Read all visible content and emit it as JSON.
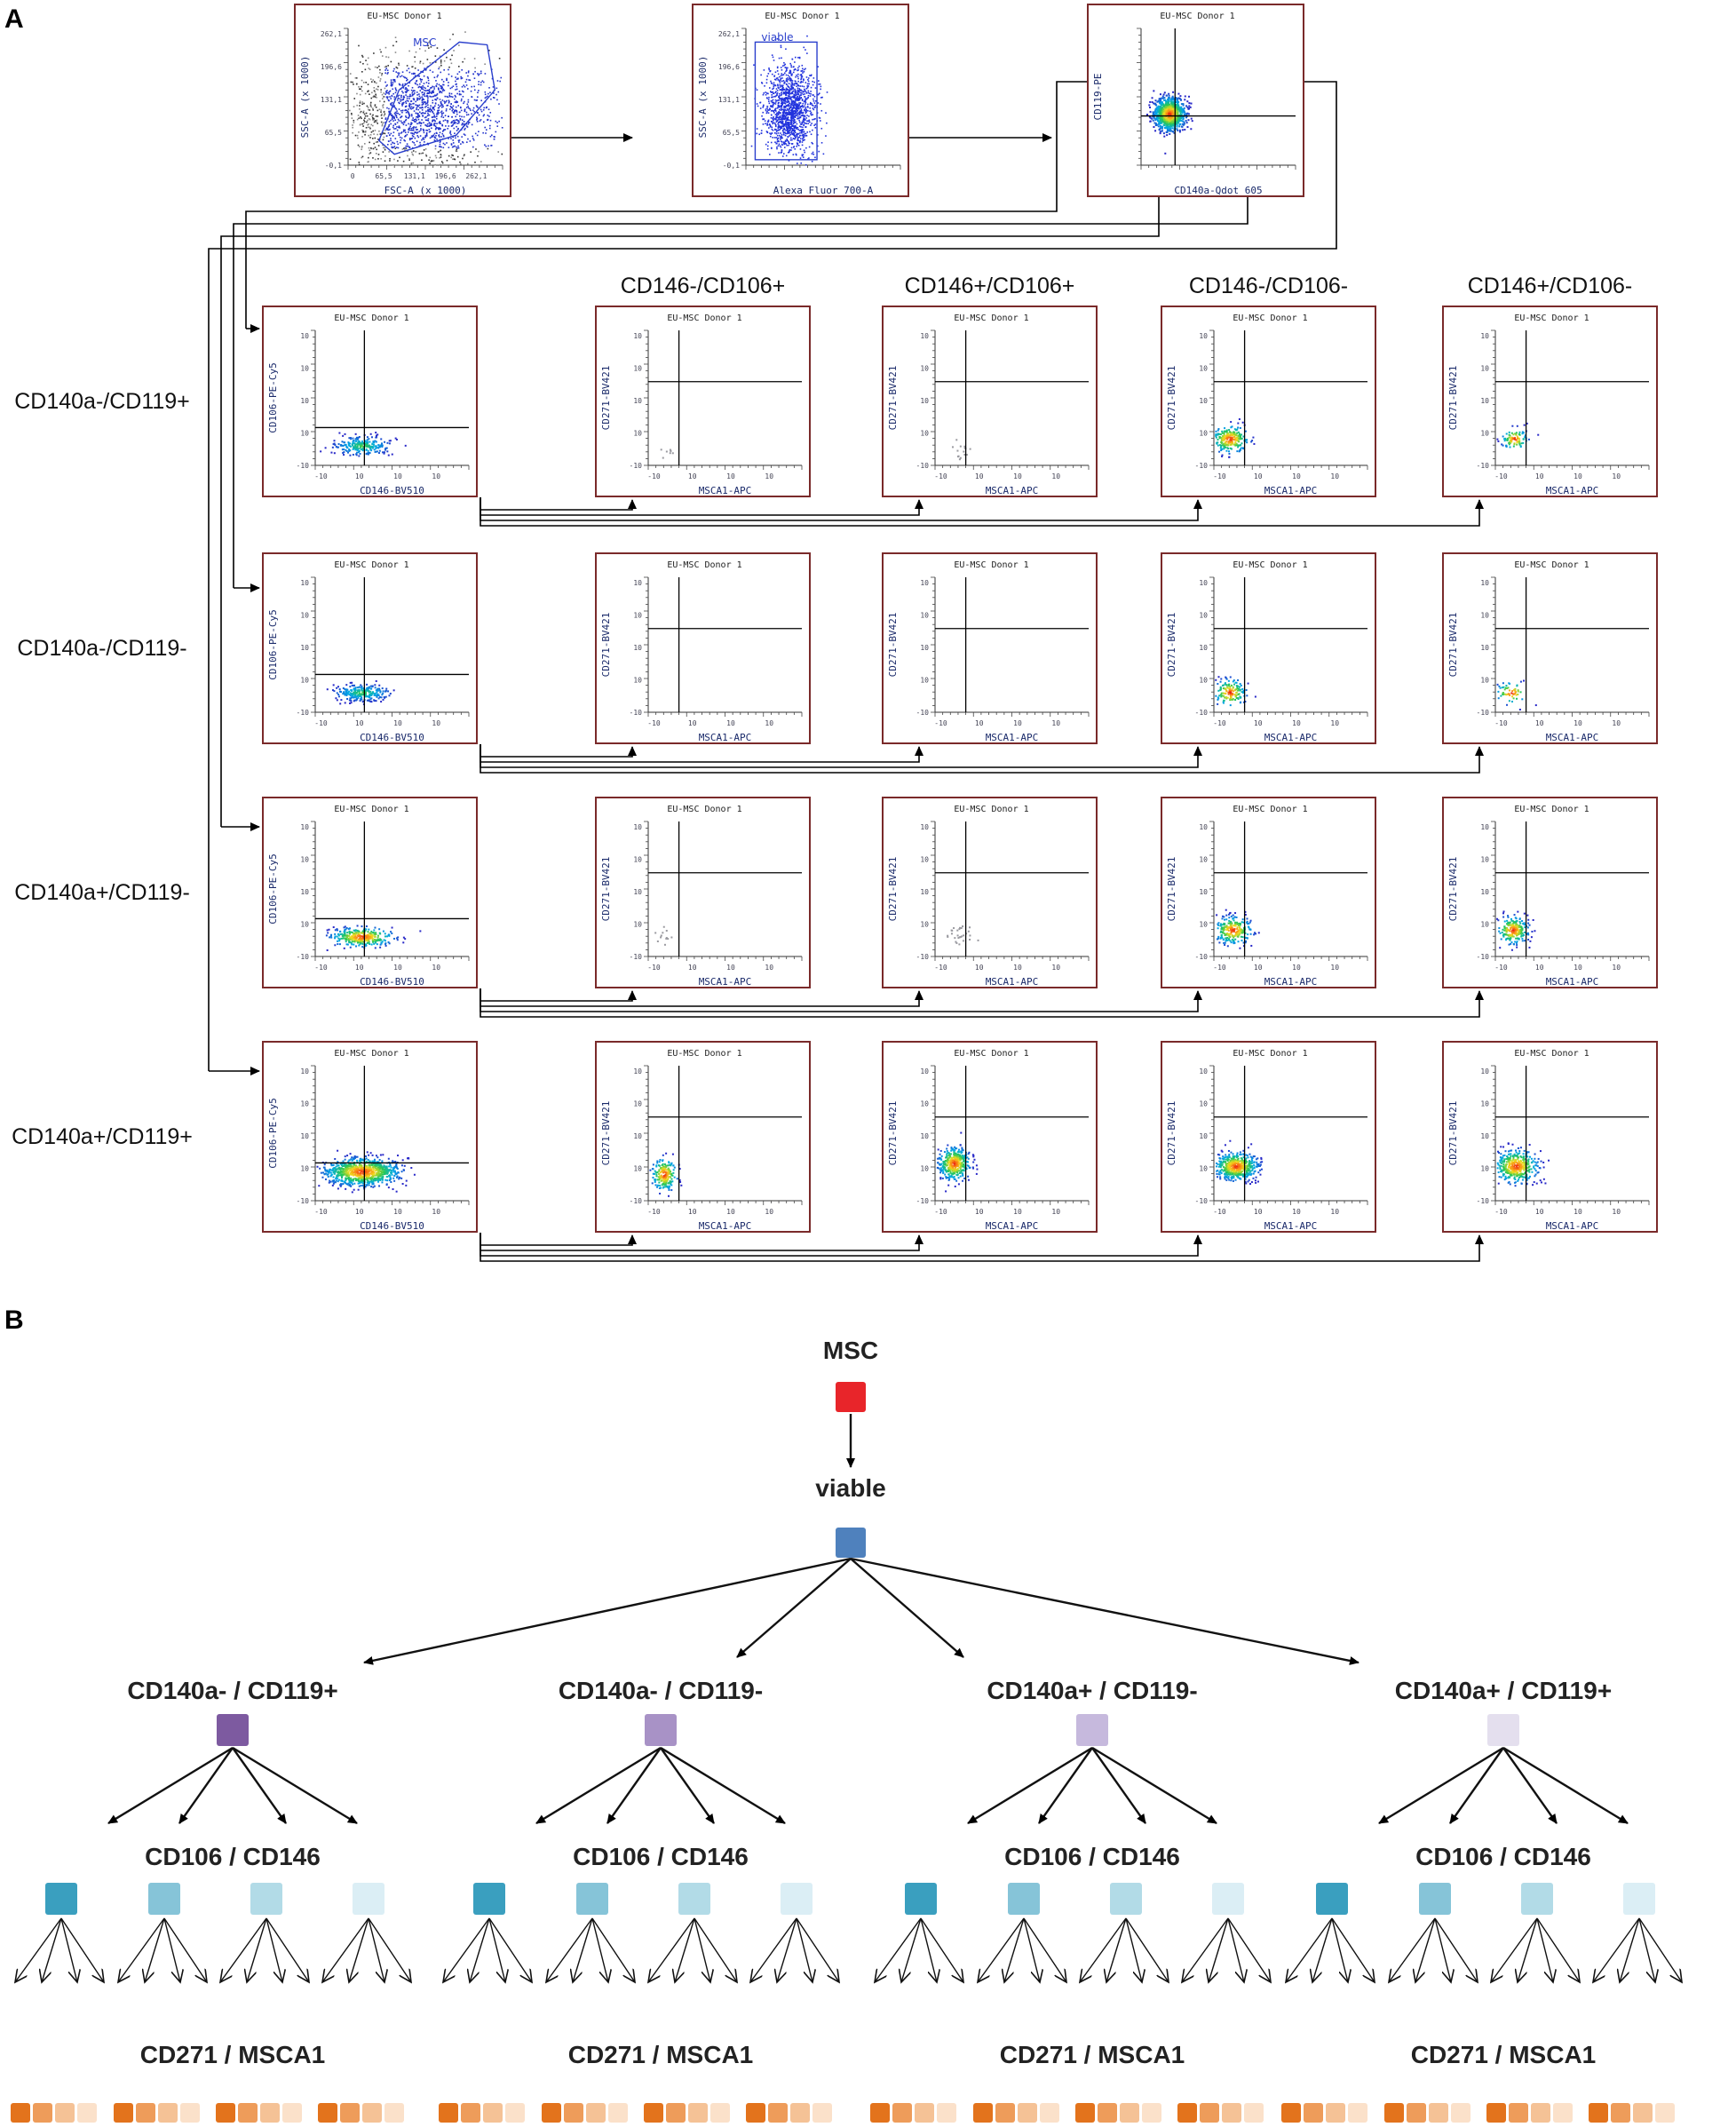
{
  "panel_a": {
    "letter": "A",
    "plot_title": "EU-MSC Donor 1",
    "gating": [
      {
        "id": "msc-gate-plot",
        "gate_label": "MSC",
        "xlabel": "FSC-A (x 1000)",
        "ylabel": "SSC-A (x 1000)",
        "xticks": [
          "0",
          "65,5",
          "131,1",
          "196,6",
          "262,1"
        ],
        "yticks": [
          "262,1",
          "196,6",
          "131,1",
          "65,5",
          "-0,1"
        ]
      },
      {
        "id": "viable-gate-plot",
        "gate_label": "viable",
        "xlabel": "Alexa Fluor 700-A",
        "ylabel": "SSC-A (x 1000)",
        "xticks": [
          "",
          "",
          "",
          ""
        ],
        "yticks": [
          "262,1",
          "196,6",
          "131,1",
          "65,5",
          "-0,1"
        ]
      },
      {
        "id": "cd140a-cd119-plot",
        "gate_label": "",
        "xlabel": "CD140a-Qdot 605",
        "ylabel": "CD119-PE",
        "xticks": [],
        "yticks": []
      }
    ],
    "row_labels": [
      "CD140a-/CD119+",
      "CD140a-/CD119-",
      "CD140a+/CD119-",
      "CD140a+/CD119+"
    ],
    "col_headers": [
      "CD146-/CD106+",
      "CD146+/CD106+",
      "CD146-/CD106-",
      "CD146+/CD106-"
    ],
    "first_col_xlabel": "CD146-BV510",
    "first_col_ylabel": "CD106-PE-Cy5",
    "sub_xlabel": "MSCA1-APC",
    "sub_ylabel": "CD271-BV421",
    "tick_labels": [
      "-10",
      "10",
      "10",
      "10"
    ]
  },
  "panel_b": {
    "letter": "B",
    "root_label": "MSC",
    "viable_label": "viable",
    "level1_labels": [
      "CD140a- / CD119+",
      "CD140a- / CD119-",
      "CD140a+ / CD119-",
      "CD140a+ / CD119+"
    ],
    "level2_label": "CD106 / CD146",
    "level3_label": "CD271 / MSCA1",
    "colors": {
      "root": "#e8252a",
      "viable": "#4f81bd",
      "level1": [
        "#7d5aa0",
        "#a892c6",
        "#c6b9dd",
        "#e4dfee"
      ],
      "level2": [
        "#3a9fbf",
        "#86c4d8",
        "#b2dbe7",
        "#dbeef5"
      ],
      "level3": [
        "#e3731c",
        "#ee9c5a",
        "#f5c296",
        "#fbe1ca"
      ]
    }
  }
}
